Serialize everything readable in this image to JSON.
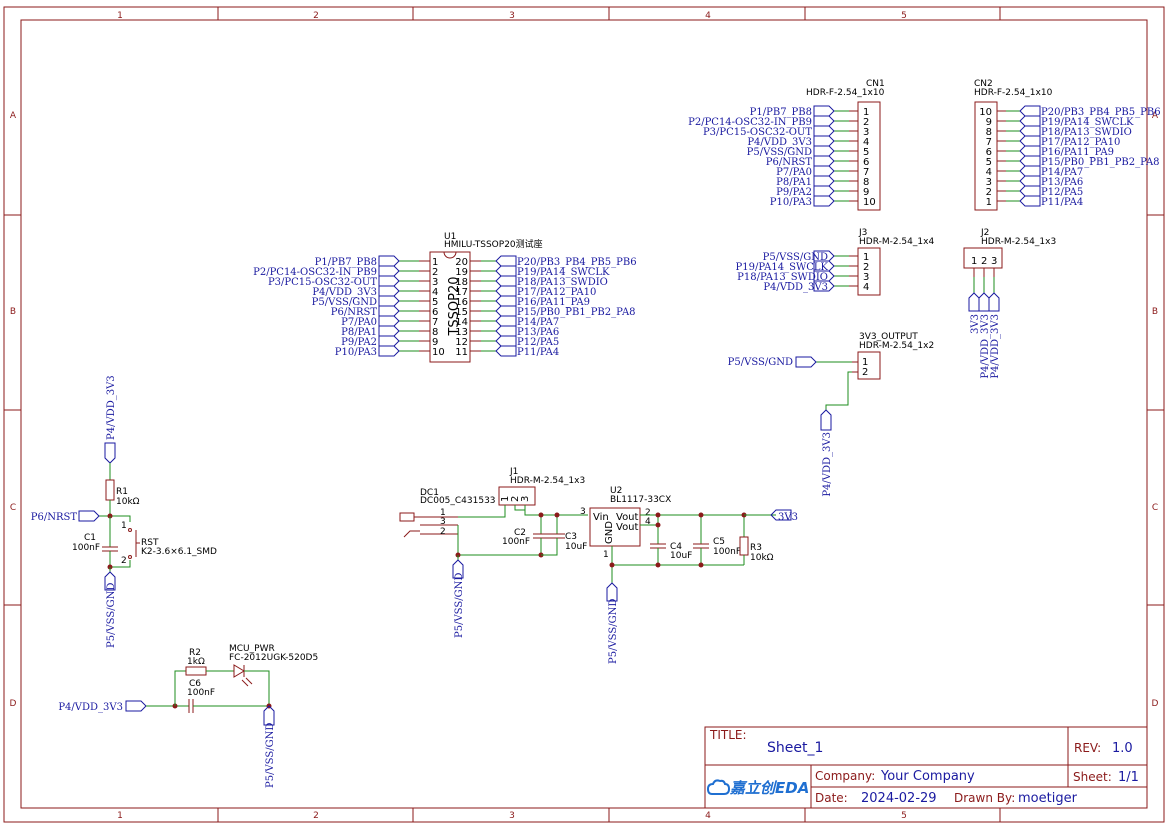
{
  "zones": {
    "columns": [
      "1",
      "2",
      "3",
      "4",
      "5"
    ],
    "rows": [
      "A",
      "B",
      "C",
      "D"
    ]
  },
  "title_block": {
    "title_label": "TITLE:",
    "title": "Sheet_1",
    "rev_label": "REV:",
    "rev": "1.0",
    "company_label": "Company:",
    "company": "Your Company",
    "sheet_label": "Sheet:",
    "sheet": "1/1",
    "date_label": "Date:",
    "date": "2024-02-29",
    "drawn_label": "Drawn By:",
    "drawn_by": "moetiger",
    "brand": "嘉立创EDA"
  },
  "u1": {
    "ref": "U1",
    "value": "HMILU-TSSOP20测试座",
    "body_text": "TSSOP20",
    "left_nets": [
      "P1/PB7_PB8",
      "P2/PC14-OSC32-IN_PB9",
      "P3/PC15-OSC32-OUT",
      "P4/VDD_3V3",
      "P5/VSS/GND",
      "P6/NRST",
      "P7/PA0",
      "P8/PA1",
      "P9/PA2",
      "P10/PA3"
    ],
    "left_pins": [
      "1",
      "2",
      "3",
      "4",
      "5",
      "6",
      "7",
      "8",
      "9",
      "10"
    ],
    "right_nets": [
      "P20/PB3_PB4_PB5_PB6",
      "P19/PA14_SWCLK",
      "P18/PA13_SWDIO",
      "P17/PA12_PA10",
      "P16/PA11_PA9",
      "P15/PB0_PB1_PB2_PA8",
      "P14/PA7",
      "P13/PA6",
      "P12/PA5",
      "P11/PA4"
    ],
    "right_pins": [
      "20",
      "19",
      "18",
      "17",
      "16",
      "15",
      "14",
      "13",
      "12",
      "11"
    ]
  },
  "cn1": {
    "ref": "CN1",
    "value": "HDR-F-2.54_1x10",
    "nets": [
      "P1/PB7_PB8",
      "P2/PC14-OSC32-IN_PB9",
      "P3/PC15-OSC32-OUT",
      "P4/VDD_3V3",
      "P5/VSS/GND",
      "P6/NRST",
      "P7/PA0",
      "P8/PA1",
      "P9/PA2",
      "P10/PA3"
    ],
    "pins": [
      "1",
      "2",
      "3",
      "4",
      "5",
      "6",
      "7",
      "8",
      "9",
      "10"
    ]
  },
  "cn2": {
    "ref": "CN2",
    "value": "HDR-F-2.54_1x10",
    "nets": [
      "P20/PB3_PB4_PB5_PB6",
      "P19/PA14_SWCLK",
      "P18/PA13_SWDIO",
      "P17/PA12_PA10",
      "P16/PA11_PA9",
      "P15/PB0_PB1_PB2_PA8",
      "P14/PA7",
      "P13/PA6",
      "P12/PA5",
      "P11/PA4"
    ],
    "pins": [
      "10",
      "9",
      "8",
      "7",
      "6",
      "5",
      "4",
      "3",
      "2",
      "1"
    ]
  },
  "j3": {
    "ref": "J3",
    "value": "HDR-M-2.54_1x4",
    "nets": [
      "P5/VSS/GND",
      "P19/PA14_SWCLK",
      "P18/PA13_SWDIO",
      "P4/VDD_3V3"
    ],
    "pins": [
      "1",
      "2",
      "3",
      "4"
    ]
  },
  "j2": {
    "ref": "J2",
    "value": "HDR-M-2.54_1x3",
    "pins": [
      "1",
      "2",
      "3"
    ],
    "nets": [
      "3V3",
      "P4/VDD_3V3",
      "P4/VDD_3V3"
    ]
  },
  "out": {
    "ref": "3V3_OUTPUT",
    "value": "HDR-M-2.54_1x2",
    "pins": [
      "1",
      "2"
    ],
    "net_gnd": "P5/VSS/GND",
    "net_vdd": "P4/VDD_3V3"
  },
  "reset": {
    "vdd_net": "P4/VDD_3V3",
    "nrst_net": "P6/NRST",
    "gnd_net": "P5/VSS/GND",
    "r1_ref": "R1",
    "r1_val": "10kΩ",
    "c1_ref": "C1",
    "c1_val": "100nF",
    "sw_ref": "RST",
    "sw_val": "K2-3.6×6.1_SMD",
    "sw_pin1": "1",
    "sw_pin2": "2"
  },
  "led": {
    "vdd_net": "P4/VDD_3V3",
    "gnd_net": "P5/VSS/GND",
    "r2_ref": "R2",
    "r2_val": "1kΩ",
    "led_ref": "MCU_PWR",
    "led_val": "FC-2012UGK-520D5",
    "c6_ref": "C6",
    "c6_val": "100nF"
  },
  "power": {
    "dc1_ref": "DC1",
    "dc1_val": "DC005_C431533",
    "dc1_pins": [
      "1",
      "3",
      "2"
    ],
    "j1_ref": "J1",
    "j1_val": "HDR-M-2.54_1x3",
    "j1_pins": [
      "1",
      "2",
      "3"
    ],
    "c2_ref": "C2",
    "c2_val": "100nF",
    "c3_ref": "C3",
    "c3_val": "10uF",
    "u2_ref": "U2",
    "u2_val": "BL1117-33CX",
    "u2_vin": "Vin",
    "u2_vout": "Vout",
    "u2_gnd": "GND",
    "u2_pin_vin": "3",
    "u2_pin_vout1": "2",
    "u2_pin_vout2": "4",
    "u2_pin_gnd": "1",
    "c4_ref": "C4",
    "c4_val": "10uF",
    "c5_ref": "C5",
    "c5_val": "100nF",
    "r3_ref": "R3",
    "r3_val": "10kΩ",
    "out_net": "3V3",
    "gnd_net_left": "P5/VSS/GND",
    "gnd_net_right": "P5/VSS/GND"
  },
  "colors": {
    "border": "#8b1a1a",
    "wire": "#1e8c1e",
    "net_label": "#1a1aa0",
    "component": "#8b1a1a",
    "pin_line": "#8b1a1a",
    "junction": "#8b1a1a"
  }
}
